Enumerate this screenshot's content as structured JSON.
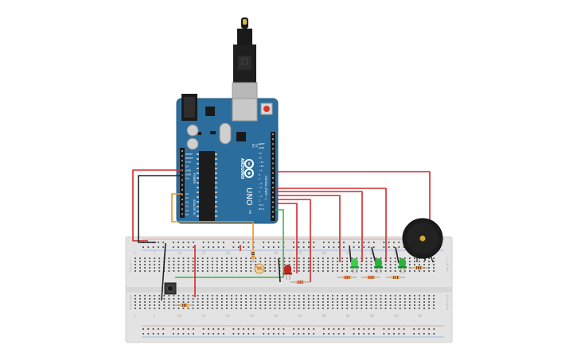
{
  "board": {
    "brand": "ARDUINO",
    "model": "UNO",
    "on_label": "ON",
    "digital_label": "DIGITAL (PWM ~)",
    "power_label": "POWER",
    "analog_label": "ANALOG IN",
    "l_label": "L",
    "tx_label": "TX",
    "rx_label": "RX",
    "aref_label": "AREF",
    "gnd_label": "GND",
    "power_pins": [
      "IOREF",
      "RESET",
      "3.3V",
      "5V",
      "GND",
      "GND",
      "Vin"
    ],
    "analog_pins": [
      "A0",
      "A1",
      "A2",
      "A3",
      "A4",
      "A5"
    ],
    "digital_pins": [
      "13",
      "12",
      "~11",
      "~10",
      "~9",
      "8",
      "7",
      "~6",
      "~5",
      "4",
      "~3",
      "2",
      "TX 1",
      "RX 0"
    ]
  },
  "breadboard": {
    "column_numbers": [
      "1",
      "5",
      "10",
      "15",
      "20",
      "25",
      "30",
      "35",
      "40",
      "45",
      "50",
      "55",
      "60"
    ],
    "row_letters": [
      "j",
      "i",
      "h",
      "g",
      "f",
      "e",
      "d",
      "c",
      "b",
      "a"
    ]
  },
  "colors": {
    "board_blue": "#2b6e9e",
    "wire_red": "#d22a2a",
    "wire_black": "#222222",
    "wire_green": "#3bb54a",
    "wire_orange": "#f0921e",
    "led_red": "#c0281e",
    "led_green": "#28b43c",
    "buzzer": "#1b1b1b",
    "breadboard": "#e3e3e3"
  }
}
